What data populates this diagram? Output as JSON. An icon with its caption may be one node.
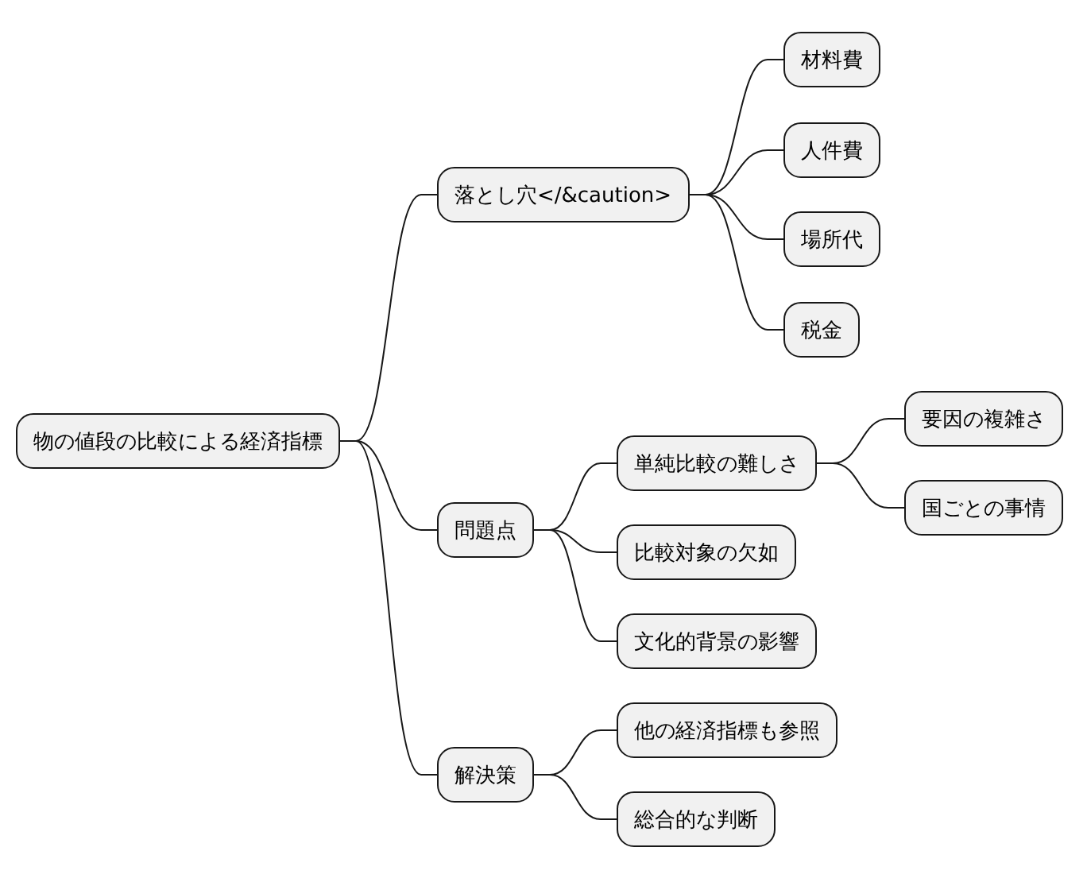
{
  "diagram": {
    "nodes": [
      {
        "text": [
          "物の値段の比較による経済指標"
        ]
      },
      {
        "text": [
          "落とし穴</&caution>"
        ]
      },
      {
        "text": [
          "材料費"
        ]
      },
      {
        "text": [
          "人件費"
        ]
      },
      {
        "text": [
          "場所代"
        ]
      },
      {
        "text": [
          "税金"
        ]
      },
      {
        "text": [
          "問題点"
        ]
      },
      {
        "text": [
          "単純比較の難しさ"
        ]
      },
      {
        "text": [
          "要因の複雑さ"
        ]
      },
      {
        "text": [
          "国ごとの事情"
        ]
      },
      {
        "text": [
          "比較対象の欠如"
        ]
      },
      {
        "text": [
          "文化的背景の影響"
        ]
      },
      {
        "text": [
          "解決策"
        ]
      },
      {
        "text": [
          "他の経済指標も参照"
        ]
      },
      {
        "text": [
          "総合的な判断"
        ]
      }
    ],
    "edges": [
      {
        "from": 0,
        "to": 1,
        "arrow": "none"
      },
      {
        "from": 1,
        "to": 2,
        "arrow": "none"
      },
      {
        "from": 1,
        "to": 3,
        "arrow": "none"
      },
      {
        "from": 1,
        "to": 4,
        "arrow": "none"
      },
      {
        "from": 1,
        "to": 5,
        "arrow": "none"
      },
      {
        "from": 0,
        "to": 6,
        "arrow": "none"
      },
      {
        "from": 6,
        "to": 7,
        "arrow": "none"
      },
      {
        "from": 7,
        "to": 8,
        "arrow": "none"
      },
      {
        "from": 7,
        "to": 9,
        "arrow": "none"
      },
      {
        "from": 6,
        "to": 10,
        "arrow": "none"
      },
      {
        "from": 6,
        "to": 11,
        "arrow": "none"
      },
      {
        "from": 0,
        "to": 12,
        "arrow": "none"
      },
      {
        "from": 12,
        "to": 13,
        "arrow": "none"
      },
      {
        "from": 12,
        "to": 14,
        "arrow": "none"
      }
    ]
  }
}
